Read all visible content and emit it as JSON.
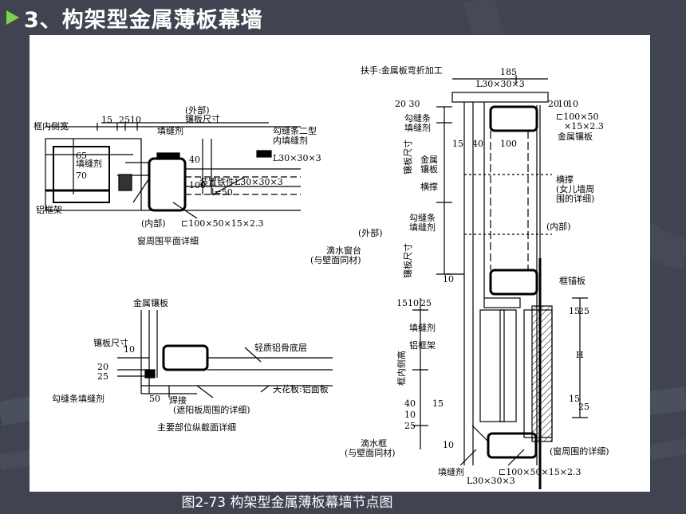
{
  "slide": {
    "title_bullet_icon": "triangle-bullet-icon",
    "title": "3、构架型金属薄板幕墙",
    "caption": "图2-73 构架型金属薄板幕墙节点图"
  },
  "colors": {
    "background": "#3f4450",
    "bullet": "#7fd14a",
    "title_text": "#ffffff",
    "figure_bg": "#ffffff"
  },
  "plan": {
    "label_exterior": "(外部)",
    "label_panel_size": "镶板尺寸",
    "label_frame_inner_width": "框内侧宽",
    "dim_15": "15",
    "dim_25": "25",
    "dim_10": "10",
    "label_sealant": "填缝剂",
    "label_joint_strip": "勾缝条⼆型",
    "label_inner_sealant": "内填缝剂",
    "label_angle": "L30×30×3",
    "dim_65": "65",
    "dim_70": "70",
    "dim_40": "40",
    "dim_100": "100",
    "label_sealant_left": "填缝剂",
    "label_fitting": "装置铁件L30×30×3",
    "label_l50": "l=50",
    "label_alu_frame": "铝框架",
    "label_interior": "(内部)",
    "label_channel": "⊏100×50×15×2.3",
    "caption": "窗周围平面详细"
  },
  "section": {
    "label_metal_panel": "金属镶板",
    "label_panel_size": "镶板尺寸",
    "dim_10": "10",
    "dim_20": "20",
    "dim_25": "25",
    "label_light_base": "轻质铝骨底层",
    "label_joint_sealant": "勾缝条填缝剂",
    "dim_50": "50",
    "label_weld": "焊接",
    "label_ceiling": "天花板:铝面板",
    "label_sunshade": "(遮阳板周围的详细)",
    "caption": "主要部位纵截面详细"
  },
  "elevation": {
    "label_handrail": "扶手:金属板弯折加工",
    "dim_185": "185",
    "label_angle_top": "L30×30×3",
    "dim_2030": "20 30",
    "dim_20": "20",
    "dim_10a": "10",
    "dim_10b": "10",
    "label_joint_strip": "勾缝条",
    "label_sealant": "填缝剂",
    "dim_15": "15",
    "dim_40": "40",
    "dim_100": "100",
    "label_channel_top": "⊏100×50",
    "label_channel_top2": "×15×2.3",
    "label_metal_panel_r": "金属镶板",
    "label_panel_size": "镶板尺寸",
    "label_metal": "金属",
    "label_panel": "镶板",
    "label_rail": "横撑",
    "label_rail_r": "横撑",
    "label_parapet": "(女儿墙周",
    "label_parapet2": "围的详细)",
    "label_joint_strip2": "勾缝条",
    "label_sealant2": "填缝剂",
    "label_exterior": "(外部)",
    "label_interior": "(内部)",
    "label_panel_size2": "镶板尺寸",
    "label_drip_sill": "滴水窗台",
    "label_same_wall": "(与壁面同材)",
    "dim_10c": "10",
    "label_anchor": "框锚板",
    "dim_15a": "15",
    "dim_10d": "10",
    "dim_25a": "25",
    "dim_15b": "15",
    "dim_25b": "25",
    "label_sealant3": "填缝剂",
    "label_alu_frame": "铝框架",
    "label_h": "H",
    "label_frame_inner_h": "框内侧高",
    "dim_15c": "15",
    "dim_10e": "10",
    "dim_25c": "25",
    "dim_15d": "15",
    "dim_25d": "25",
    "label_drip_frame": "滴水框",
    "label_same_wall2": "(与壁面同材)",
    "dim_10f": "10",
    "label_sealant4": "填缝剂",
    "label_channel_bot": "⊏100×50×15×2.3",
    "label_angle_bot": "L30×30×3",
    "label_window_detail": "(窗周围的详细)"
  }
}
